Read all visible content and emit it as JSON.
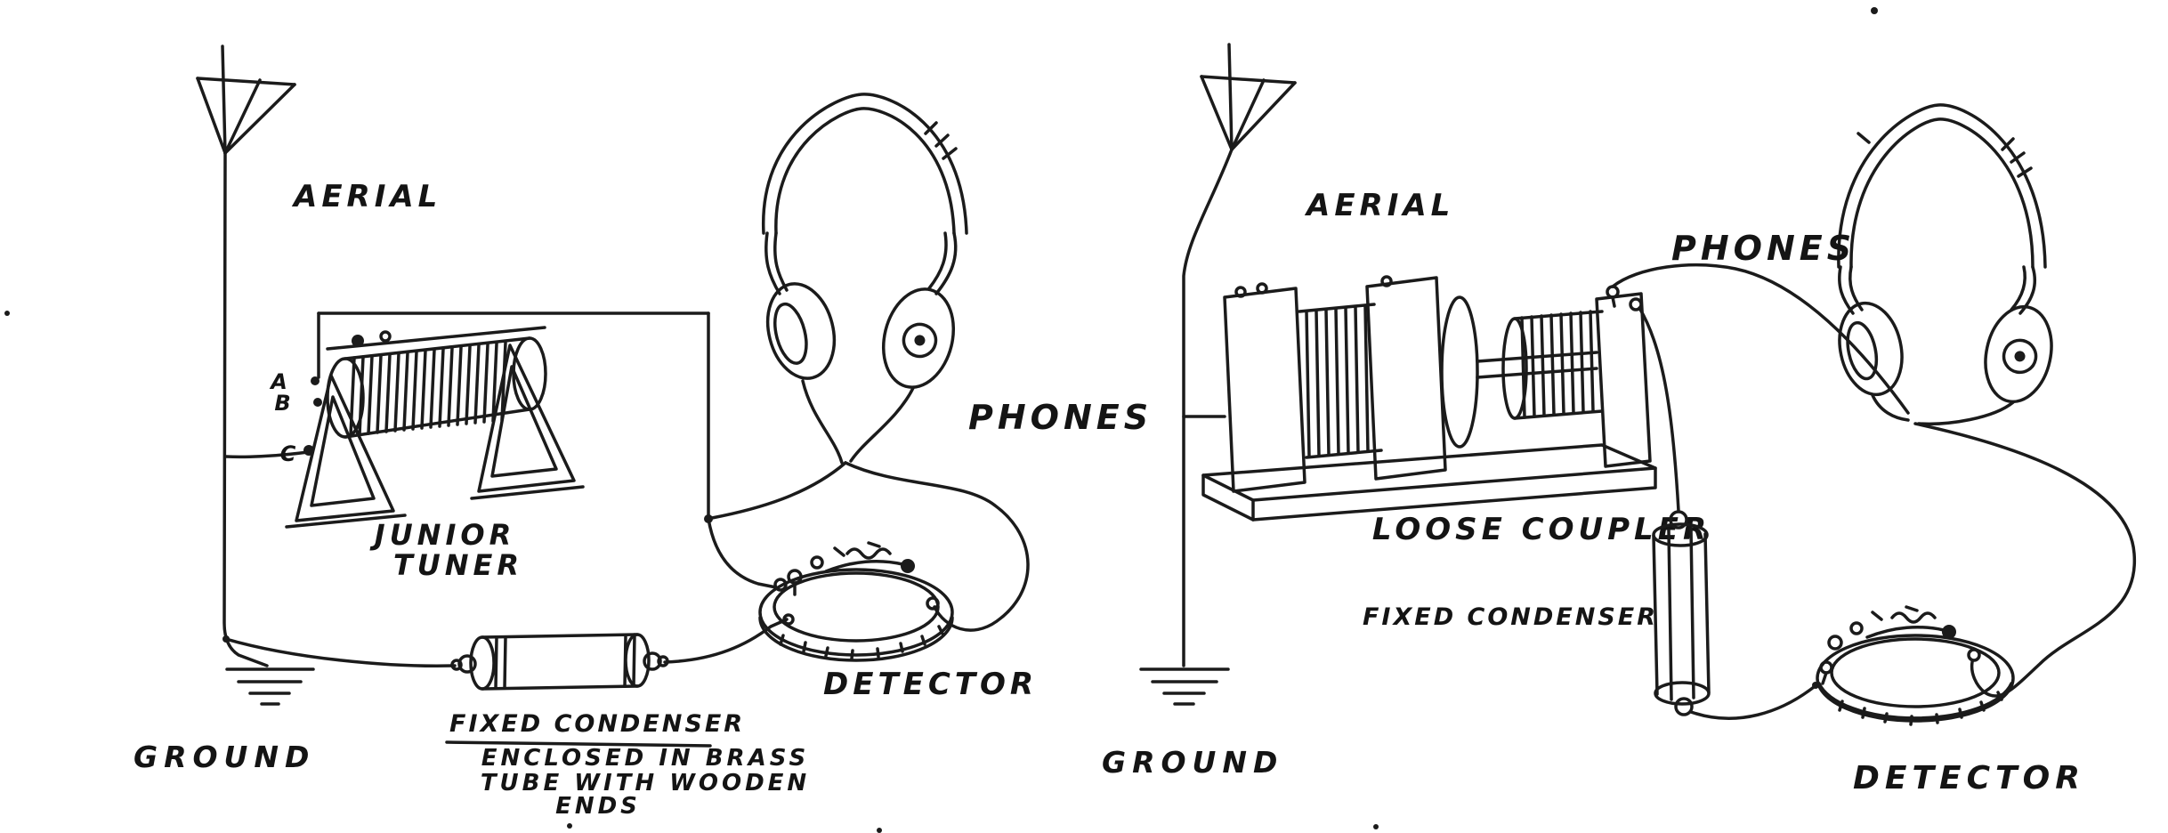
{
  "page": {
    "background_color": "#ffffff",
    "ink_color": "#1b1b1b",
    "description": "Two hand-drawn crystal radio receiver hook-up diagrams"
  },
  "left_diagram": {
    "aerial_label": "AERIAL",
    "terminals": {
      "a": "A",
      "b": "B",
      "c": "C"
    },
    "tuner_label_line1": "JUNIOR",
    "tuner_label_line2": "TUNER",
    "phones_label": "PHONES",
    "detector_label": "DETECTOR",
    "condenser_label": "FIXED CONDENSER",
    "condenser_note_line1": "ENCLOSED IN BRASS",
    "condenser_note_line2": "TUBE WITH WOODEN",
    "condenser_note_line3": "ENDS",
    "ground_label": "GROUND"
  },
  "right_diagram": {
    "aerial_label": "AERIAL",
    "coupler_label": "LOOSE COUPLER",
    "phones_label": "PHONES",
    "condenser_label": "FIXED CONDENSER",
    "detector_label": "DETECTOR",
    "ground_label": "GROUND"
  }
}
